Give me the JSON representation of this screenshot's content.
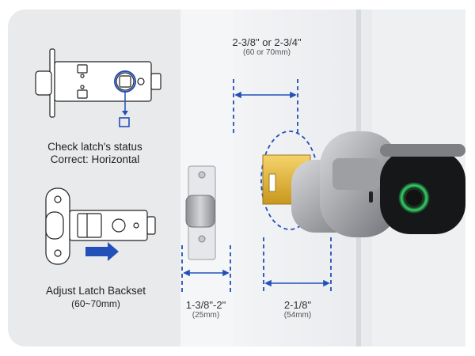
{
  "steps": {
    "check": {
      "line1": "Check latch's status",
      "line2": "Correct: Horizontal"
    },
    "adjust": {
      "line1": "Adjust Latch Backset",
      "line2": "(60~70mm)"
    }
  },
  "measurements": {
    "backset": {
      "label": "2-3/8\" or 2-3/4\"",
      "metric": "(60 or 70mm)"
    },
    "door_thickness": {
      "label": "1-3/8\"-2\"",
      "metric": "(25mm)"
    },
    "handle_projection": {
      "label": "2-1/8\"",
      "metric": "(54mm)"
    }
  },
  "colors": {
    "accent_blue": "#2350b8",
    "panel_bg": "#e9eaec",
    "latch_brass": "#e0b73a",
    "fingerprint_ring": "#39d26a"
  }
}
